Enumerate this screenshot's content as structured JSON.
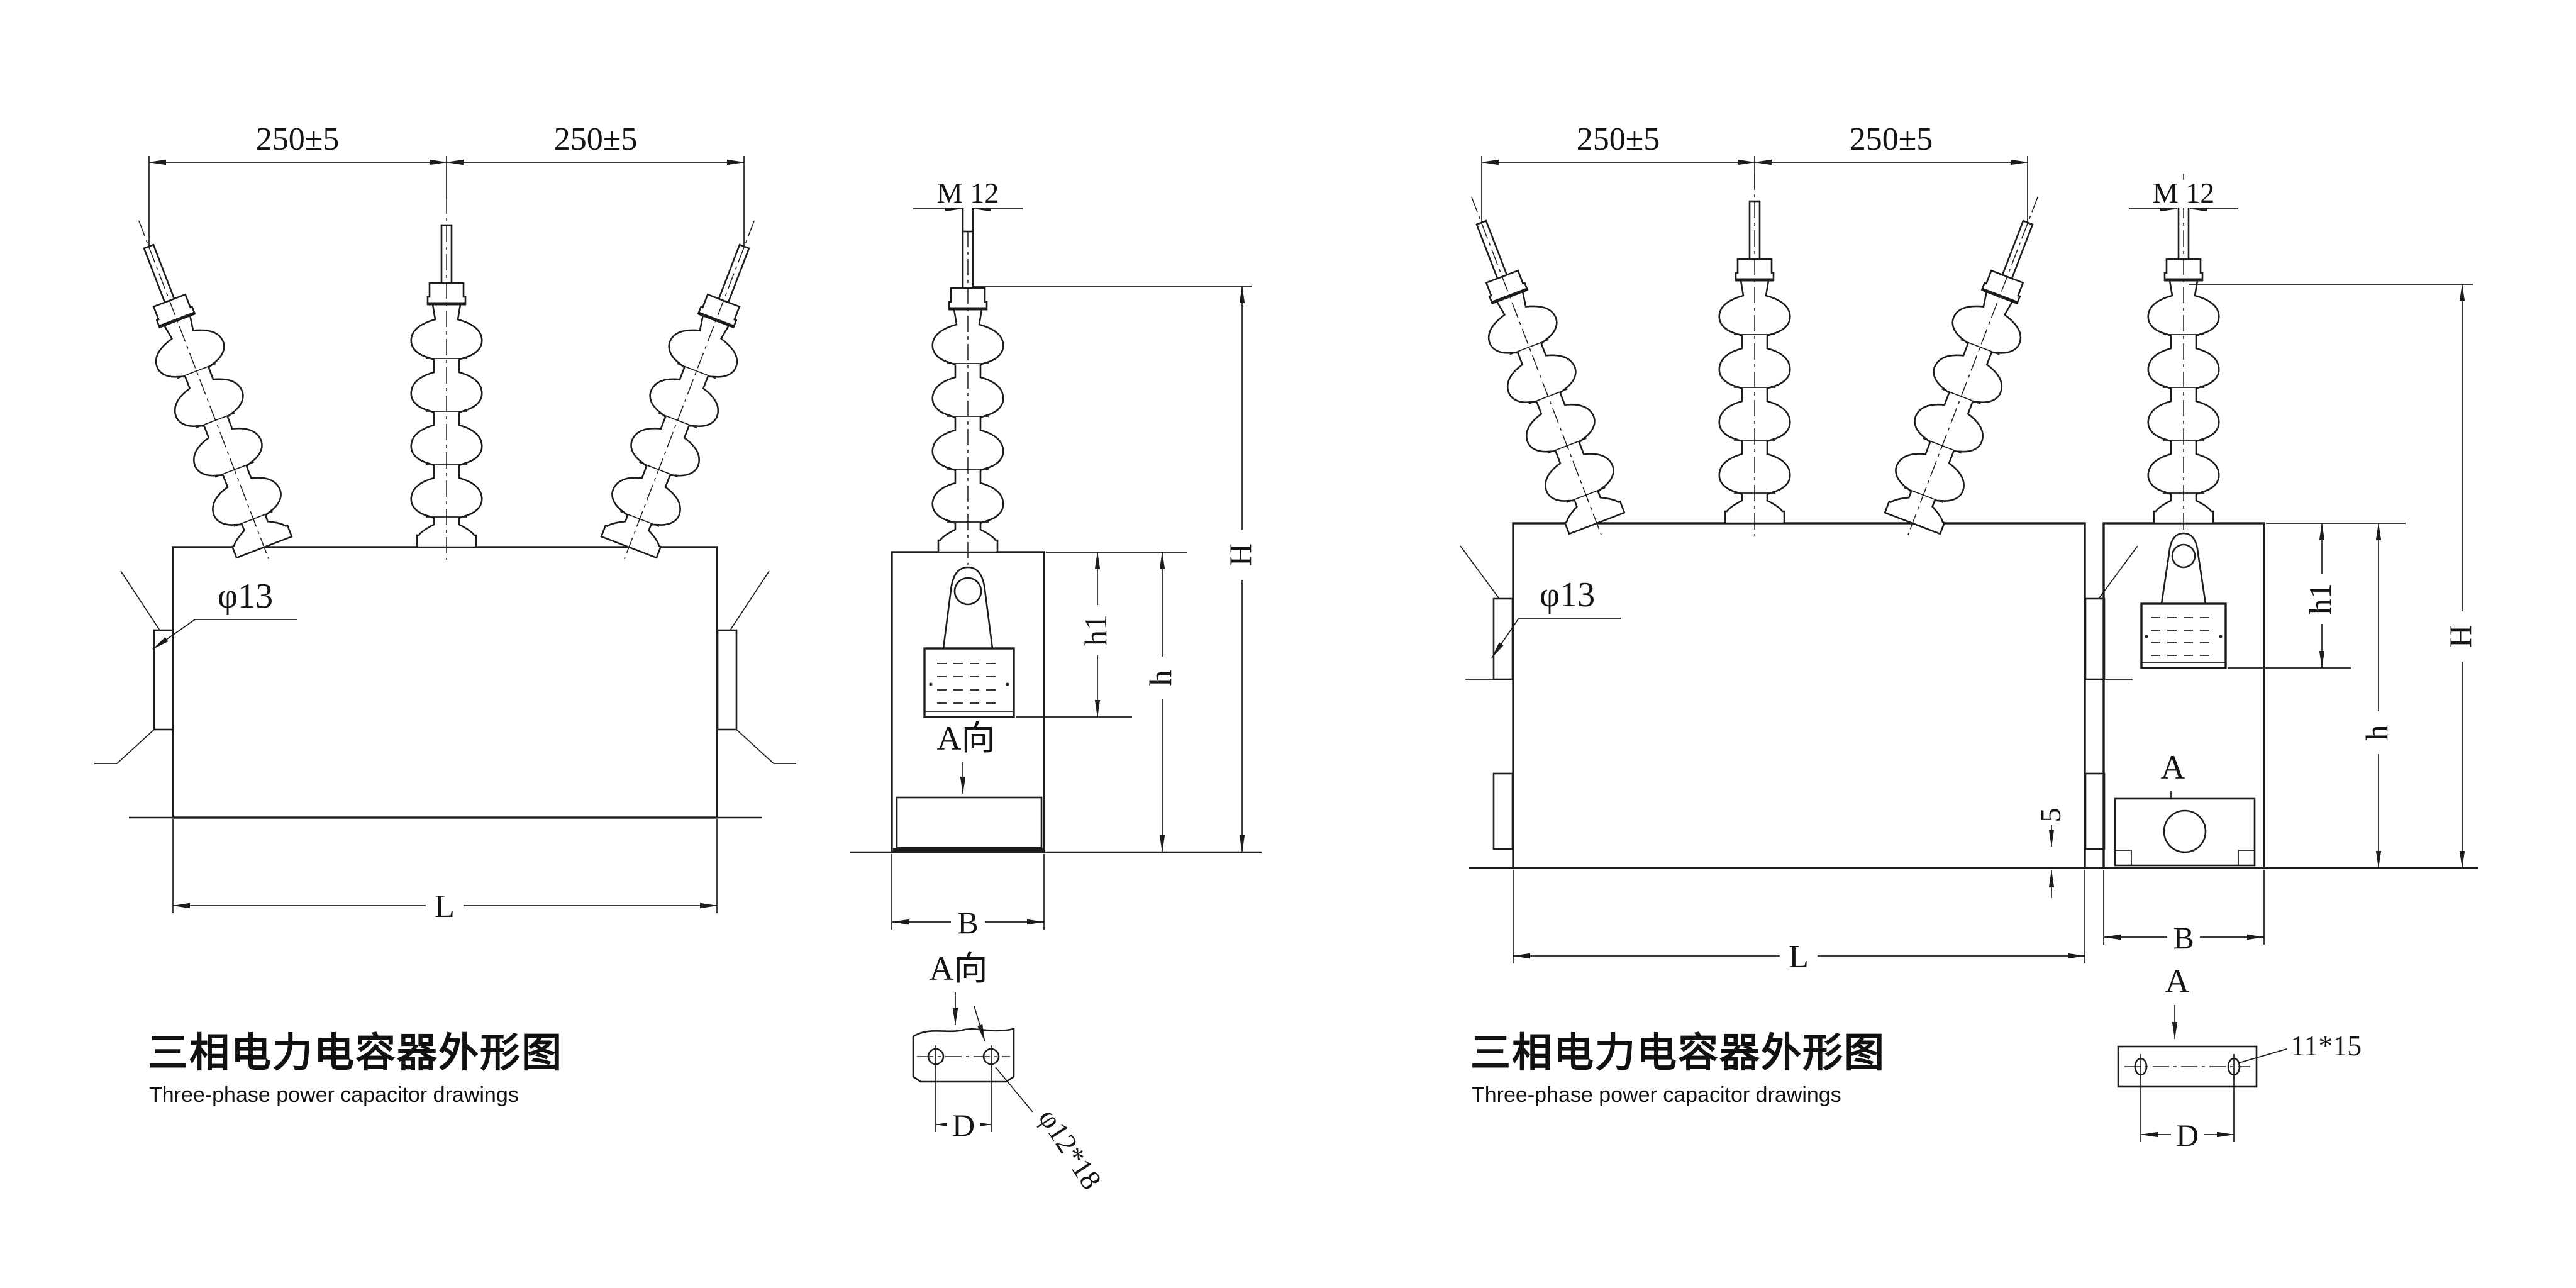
{
  "drawing1": {
    "title_cn": "三相电力电容器外形图",
    "title_en": "Three-phase power capacitor drawings",
    "front": {
      "span_left": "250±5",
      "span_right": "250±5",
      "terminal_hole": "φ13",
      "length": "L"
    },
    "side": {
      "stud_thread": "M 12",
      "overall_height": "H",
      "case_height": "h",
      "lug_height": "h1",
      "width": "B",
      "view_label": "A向"
    },
    "detail": {
      "view_label": "A向",
      "hole_pitch": "D",
      "hole_size": "φ12*18"
    }
  },
  "drawing2": {
    "title_cn": "三相电力电容器外形图",
    "title_en": "Three-phase power capacitor drawings",
    "front": {
      "span_left": "250±5",
      "span_right": "250±5",
      "terminal_hole": "φ13",
      "length": "L",
      "foot_gap": "5"
    },
    "side": {
      "stud_thread": "M 12",
      "overall_height": "H",
      "case_height": "h",
      "lug_height": "h1",
      "width": "B",
      "view_label": "A"
    },
    "detail": {
      "view_label": "A",
      "hole_pitch": "D",
      "hole_size": "11*15"
    }
  }
}
